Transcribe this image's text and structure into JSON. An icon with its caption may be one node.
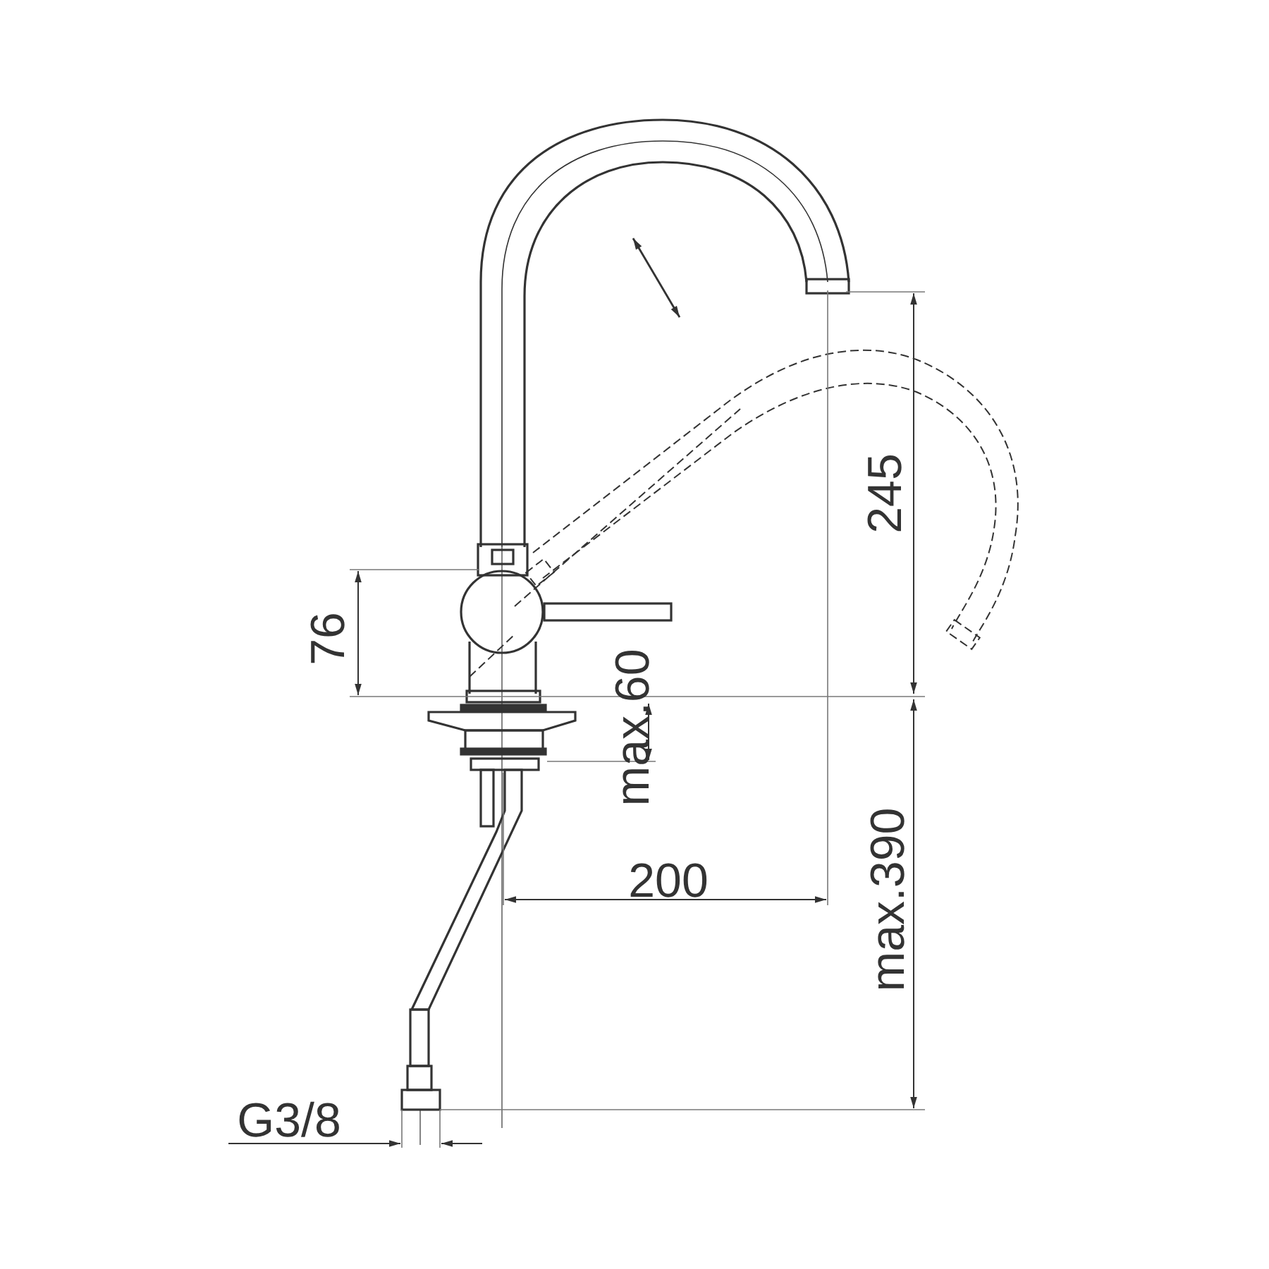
{
  "diagram": {
    "labels": [
      "245",
      "76",
      "max.60",
      "200",
      "max.390",
      "G3/8"
    ]
  }
}
